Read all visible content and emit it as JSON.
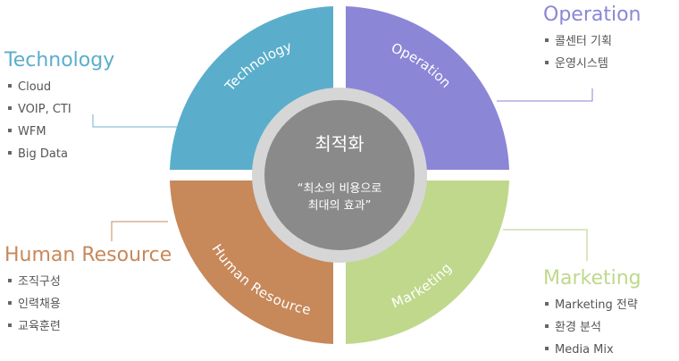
{
  "colors": {
    "technology": "#5aaecb",
    "operation": "#8b86d6",
    "human_resource": "#c7885a",
    "marketing": "#bfd88c",
    "ring": "#d6d6d6",
    "core": "#8a8a8a"
  },
  "center": {
    "title": "최적화",
    "line1": "“최소의 비용으로",
    "line2": "최대의 효과”"
  },
  "segments": {
    "technology": "Technology",
    "operation": "Operation",
    "human_resource": "Human Resource",
    "marketing": "Marketing"
  },
  "panels": {
    "technology": {
      "title": "Technology",
      "items": [
        "Cloud",
        "VOIP, CTI",
        "WFM",
        "Big Data"
      ]
    },
    "operation": {
      "title": "Operation",
      "items": [
        "콜센터 기획",
        "운영시스템"
      ]
    },
    "human_resource": {
      "title": "Human Resource",
      "items": [
        "조직구성",
        "인력채용",
        "교육훈련"
      ]
    },
    "marketing": {
      "title": "Marketing",
      "items": [
        "Marketing 전략",
        "환경 분석",
        "Media Mix"
      ]
    }
  }
}
